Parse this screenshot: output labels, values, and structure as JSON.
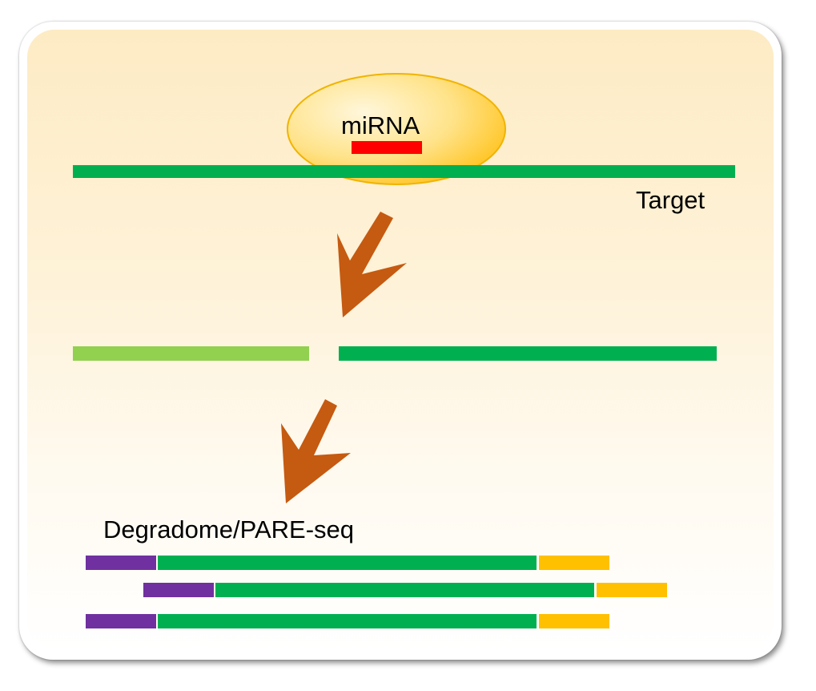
{
  "labels": {
    "mirna": "miRNA",
    "target": "Target",
    "degradome": "Degradome/PARE-seq"
  },
  "colors": {
    "target_strand": "#00b050",
    "cleaved_fragment": "#92d050",
    "mirna_strand": "#ff0000",
    "mirna_complex": "#ffd966",
    "arrow": "#c55a11",
    "adapter_5p": "#7030a0",
    "adapter_3p": "#ffc000"
  },
  "icons": {
    "process_arrows": "down-left-arrow"
  }
}
